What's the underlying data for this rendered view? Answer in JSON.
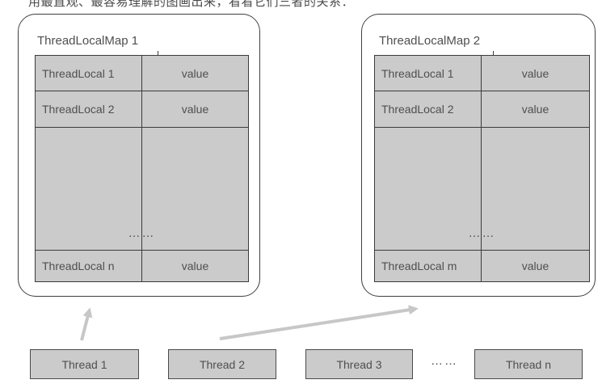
{
  "page": {
    "clipped_caption": "用最直观、最容易理解的图画出来，看看它们三者的关系："
  },
  "maps": [
    {
      "title": "ThreadLocalMap 1",
      "rows": [
        {
          "key": "ThreadLocal 1",
          "value": "value"
        },
        {
          "key": "ThreadLocal 2",
          "value": "value"
        }
      ],
      "ellipsis": "……",
      "last_row": {
        "key": "ThreadLocal n",
        "value": "value"
      }
    },
    {
      "title": "ThreadLocalMap 2",
      "rows": [
        {
          "key": "ThreadLocal 1",
          "value": "value"
        },
        {
          "key": "ThreadLocal 2",
          "value": "value"
        }
      ],
      "ellipsis": "……",
      "last_row": {
        "key": "ThreadLocal m",
        "value": "value"
      }
    }
  ],
  "threads": {
    "labels": [
      "Thread 1",
      "Thread 2",
      "Thread 3",
      "Thread n"
    ],
    "ellipsis": "……"
  },
  "colors": {
    "cell_fill": "#cbcbcb",
    "line": "#3b3b3b",
    "box_border": "#3f3f3f",
    "text": "#4f4f4f",
    "arrow": "#c7c7c7"
  }
}
